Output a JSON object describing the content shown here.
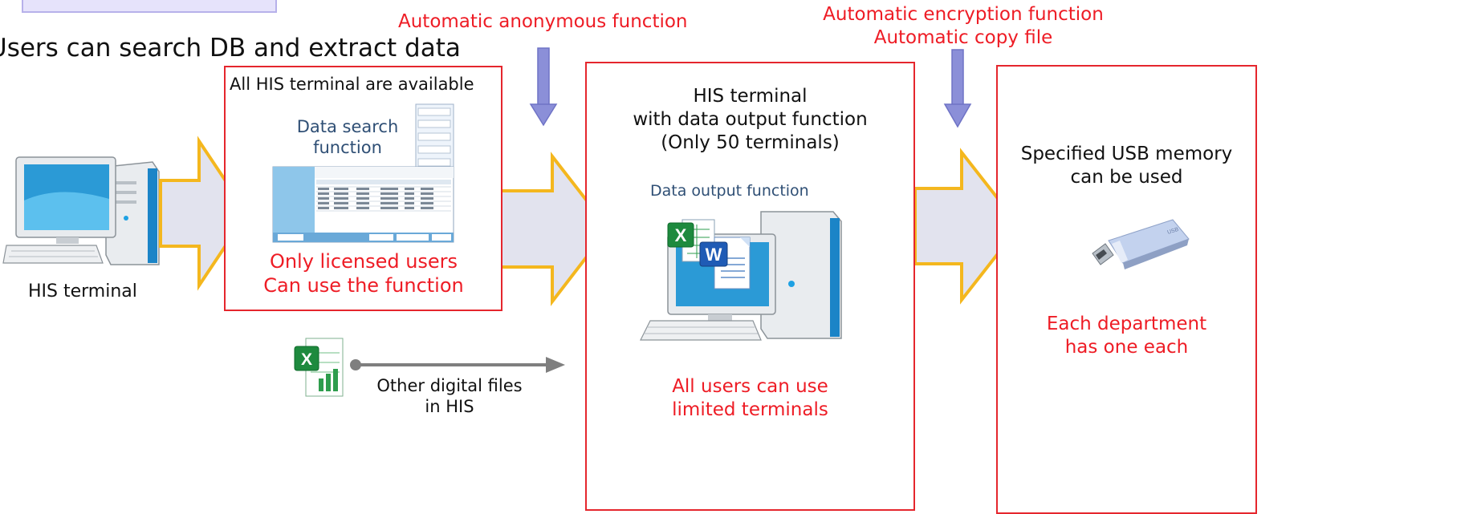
{
  "header": {
    "title": "Users can search DB and extract data"
  },
  "annotations": {
    "anonymous": "Automatic anonymous function",
    "encryption_line1": "Automatic encryption function",
    "encryption_line2": "Automatic copy file"
  },
  "stage1": {
    "caption": "HIS terminal"
  },
  "stage2": {
    "top_label": "All HIS terminal are available",
    "function_line1": "Data search",
    "function_line2": "function",
    "note_line1": "Only licensed users",
    "note_line2": "Can use the function"
  },
  "stage3": {
    "title_line1": "HIS terminal",
    "title_line2": "with data output function",
    "title_line3": "(Only 50 terminals)",
    "function": "Data output function",
    "note_line1": "All users can use",
    "note_line2": "limited terminals"
  },
  "stage4": {
    "title_line1": "Specified USB memory",
    "title_line2": "can be used",
    "note_line1": "Each department",
    "note_line2": "has one each"
  },
  "other_files": {
    "line1": "Other digital files",
    "line2": "in HIS"
  },
  "colors": {
    "box_border": "#e5262d",
    "note_text": "#ee1c25",
    "big_arrow_fill": "#e2e3ee",
    "big_arrow_stroke": "#f4b71e",
    "down_arrow": "#8b8fd8",
    "legend_box": "#e6e3fb"
  }
}
